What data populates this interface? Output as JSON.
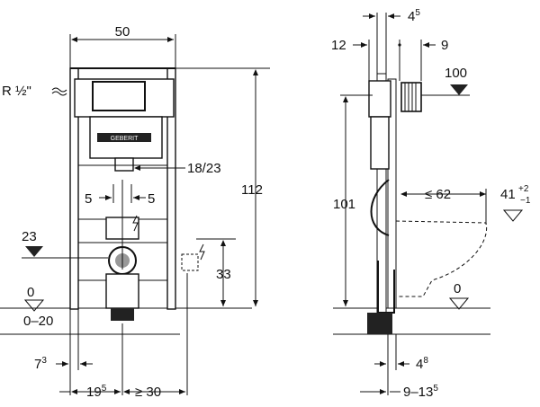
{
  "front": {
    "width": "50",
    "height": "112",
    "inlet": "R ½\"",
    "flush": "18/23",
    "offset_left": "5",
    "offset_right": "5",
    "outlet_height": "23",
    "center_height": "33",
    "floor": "0",
    "floor_range": "0–20",
    "leg_a": "7",
    "leg_a_sup": "3",
    "leg_b": "19",
    "leg_b_sup": "5",
    "leg_c": "≥ 30",
    "logo": "GEBERIT"
  },
  "side": {
    "top_depth": "4",
    "top_depth_sup": "5",
    "depth_12": "12",
    "depth_9": "9",
    "plate": "100",
    "height_101": "101",
    "reach": "≤ 62",
    "seat": "41",
    "seat_sup": "+2",
    "seat_sub": "−1",
    "floor": "0",
    "bottom": "4",
    "bottom_sup": "8",
    "range": "9–13",
    "range_sup": "5"
  }
}
